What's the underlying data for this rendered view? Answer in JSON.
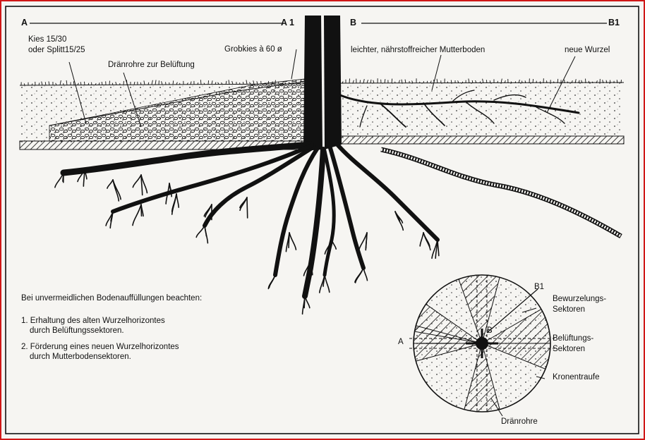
{
  "section_labels": {
    "a": "A",
    "a1": "A 1",
    "b": "B",
    "b1": "B1"
  },
  "annotations": {
    "kies_line1": "Kies 15/30",
    "kies_line2": "oder Splitt15/25",
    "draenrohre_belueftung": "Dränrohre zur Belüftung",
    "grobkies": "Grobkies à 60 ø",
    "mutterboden": "leichter, nährstoffreicher Mutterboden",
    "neue_wurzel": "neue Wurzel"
  },
  "notes": {
    "heading": "Bei unvermeidlichen Bodenauffüllungen beachten:",
    "item1_line1": "1. Erhaltung des alten Wurzelhorizontes",
    "item1_line2": "durch Belüftungssektoren.",
    "item2_line1": "2. Förderung eines neuen Wurzelhorizontes",
    "item2_line2": "durch Mutterbodensektoren."
  },
  "plan_view": {
    "label_a": "A",
    "label_b": "B",
    "label_b1": "B1",
    "bewurzelung_line1": "Bewurzelungs-",
    "bewurzelung_line2": "Sektoren",
    "belueftung_line1": "Belüftungs-",
    "belueftung_line2": "Sektoren",
    "kronentraufe": "Kronentraufe",
    "draenrohre": "Dränrohre"
  },
  "colors": {
    "ink": "#111111",
    "paper": "#f6f5f2",
    "frame": "#d01818"
  }
}
